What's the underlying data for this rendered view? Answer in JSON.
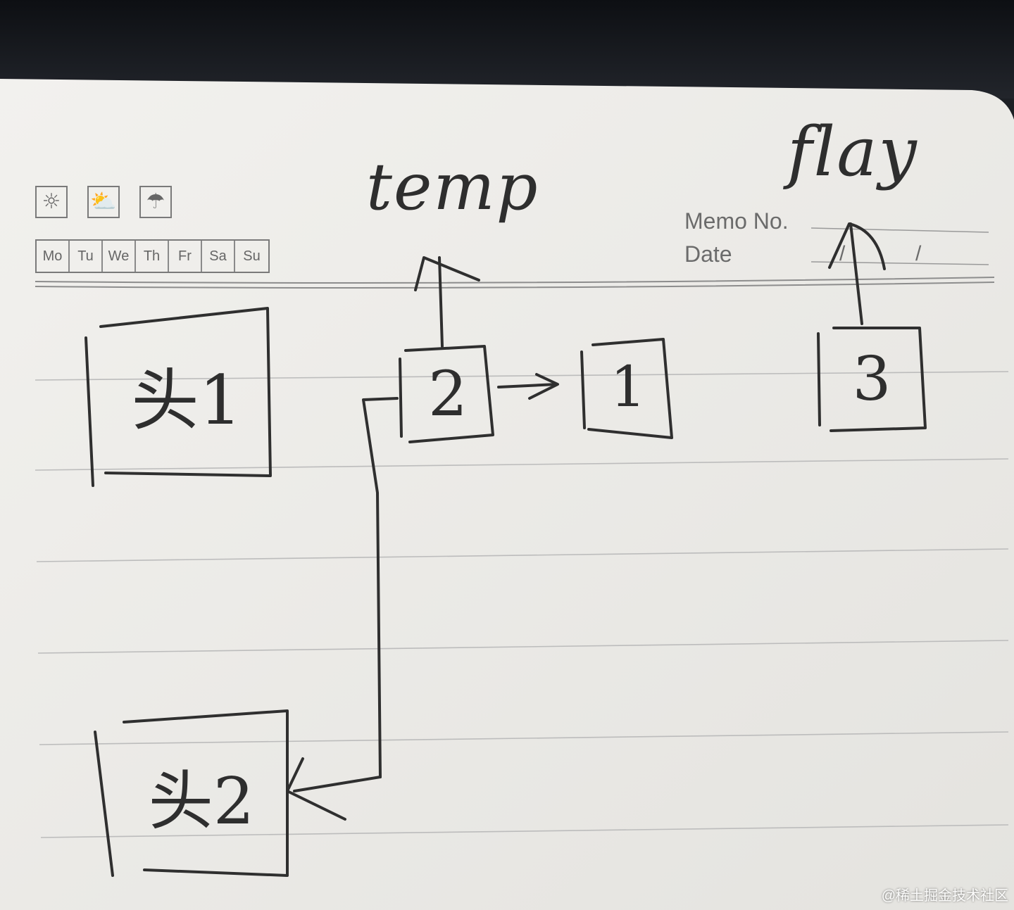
{
  "weather_icons": [
    {
      "icon": "sun-icon",
      "glyph": "☼"
    },
    {
      "icon": "partly-cloudy-icon",
      "glyph": "⛅"
    },
    {
      "icon": "umbrella-icon",
      "glyph": "☂"
    }
  ],
  "weekdays": [
    "Mo",
    "Tu",
    "We",
    "Th",
    "Fr",
    "Sa",
    "Su"
  ],
  "header": {
    "memo_label": "Memo No.",
    "date_label": "Date",
    "date_separator": "/"
  },
  "handwriting": {
    "temp": "temp",
    "flay": "flay"
  },
  "nodes": {
    "head1": "头1",
    "head2": "头2",
    "node2": "2",
    "node1": "1",
    "node3": "3"
  },
  "watermark": "@稀土掘金技术社区",
  "colors": {
    "paper": "#ecebe8",
    "ink": "#2e2e2e",
    "rule": "#b9b9b9",
    "print": "#6b6b6b"
  }
}
